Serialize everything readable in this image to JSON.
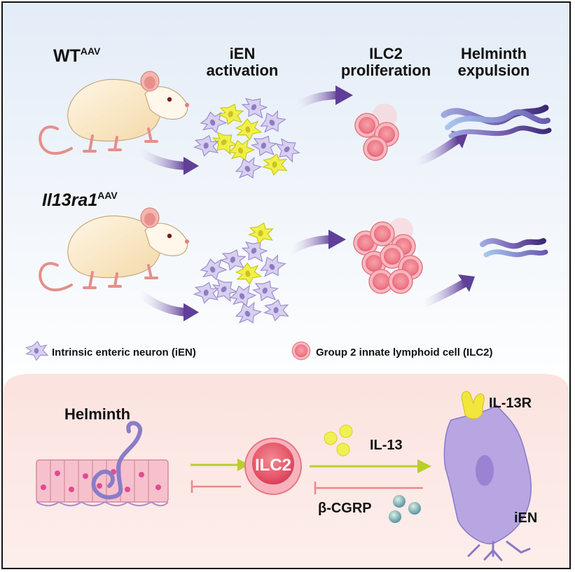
{
  "top": {
    "wt_label": "WT",
    "wt_sup": "AAV",
    "ko_label": "Il13ra1",
    "ko_sup": "AAV",
    "stage_ien": [
      "iEN",
      "activation"
    ],
    "stage_ilc2": [
      "ILC2",
      "proliferation"
    ],
    "stage_helminth": [
      "Helminth",
      "expulsion"
    ]
  },
  "legend": {
    "ien": "Intrinsic enteric neuron (iEN)",
    "ilc2": "Group 2 innate lymphoid cell (ILC2)"
  },
  "bottom": {
    "helminth": "Helminth",
    "ilc2_cell": "ILC2",
    "il13": "IL-13",
    "il13r": "IL-13R",
    "cgrp": "β-CGRP",
    "ien": "iEN"
  },
  "colors": {
    "arrow_purple": "#6b4aa0",
    "activation_green": "#b9cf2a",
    "inhibit_red": "#e88a85",
    "neuron_lilac": "#c9bde6",
    "ilc2_pink": "#f27a8a",
    "il13_yellow": "#f0f050"
  }
}
